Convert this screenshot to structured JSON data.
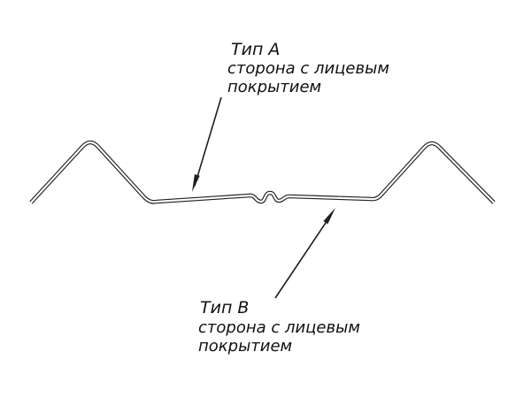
{
  "diagram": {
    "background": "#ffffff",
    "line_color": "#1f1f1f",
    "labels": {
      "a": {
        "title": "Тип А",
        "line1": "сторона с лицевым",
        "line2": "покрытием"
      },
      "b": {
        "title": "Тип В",
        "line1": "сторона с лицевым",
        "line2": "покрытием"
      }
    }
  }
}
